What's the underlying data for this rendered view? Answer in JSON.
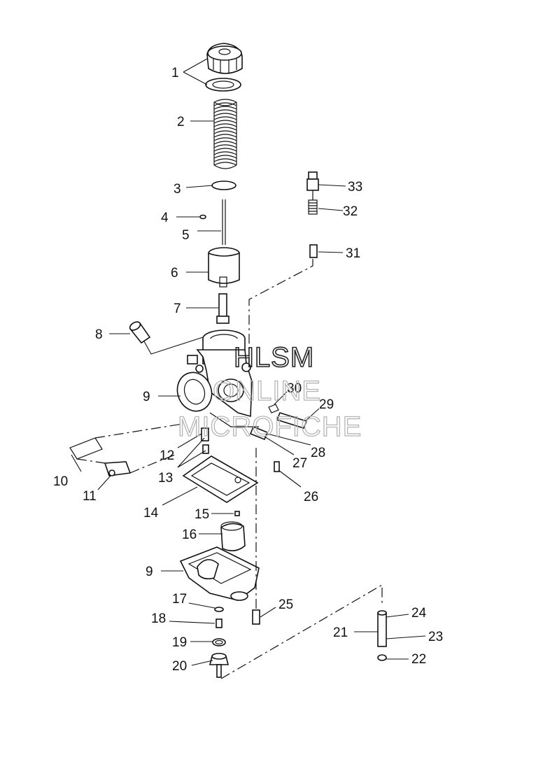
{
  "callouts": [
    {
      "id": "c1",
      "label": "1"
    },
    {
      "id": "c2",
      "label": "2"
    },
    {
      "id": "c3",
      "label": "3"
    },
    {
      "id": "c4",
      "label": "4"
    },
    {
      "id": "c5",
      "label": "5"
    },
    {
      "id": "c6",
      "label": "6"
    },
    {
      "id": "c7",
      "label": "7"
    },
    {
      "id": "c8",
      "label": "8"
    },
    {
      "id": "c9a",
      "label": "9"
    },
    {
      "id": "c30",
      "label": "30"
    },
    {
      "id": "c29",
      "label": "29"
    },
    {
      "id": "c28",
      "label": "28"
    },
    {
      "id": "c27",
      "label": "27"
    },
    {
      "id": "c26",
      "label": "26"
    },
    {
      "id": "c10",
      "label": "10"
    },
    {
      "id": "c11",
      "label": "11"
    },
    {
      "id": "c12",
      "label": "12"
    },
    {
      "id": "c13",
      "label": "13"
    },
    {
      "id": "c14",
      "label": "14"
    },
    {
      "id": "c15",
      "label": "15"
    },
    {
      "id": "c16",
      "label": "16"
    },
    {
      "id": "c9b",
      "label": "9"
    },
    {
      "id": "c17",
      "label": "17"
    },
    {
      "id": "c18",
      "label": "18"
    },
    {
      "id": "c19",
      "label": "19"
    },
    {
      "id": "c20",
      "label": "20"
    },
    {
      "id": "c25",
      "label": "25"
    },
    {
      "id": "c33",
      "label": "33"
    },
    {
      "id": "c32",
      "label": "32"
    },
    {
      "id": "c31",
      "label": "31"
    },
    {
      "id": "c24",
      "label": "24"
    },
    {
      "id": "c21",
      "label": "21"
    },
    {
      "id": "c23",
      "label": "23"
    },
    {
      "id": "c22",
      "label": "22"
    }
  ],
  "watermark": {
    "line1": "HLSM",
    "line2": "ONLINE",
    "line3": "MICROFICHE"
  }
}
